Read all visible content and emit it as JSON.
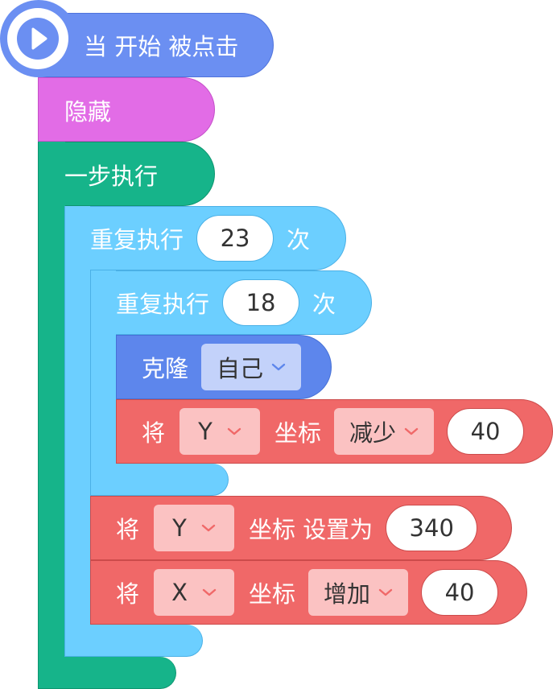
{
  "hat": {
    "label": "当 开始 被点击",
    "icon": "play-icon"
  },
  "hide": {
    "label": "隐藏"
  },
  "step": {
    "label": "一步执行"
  },
  "repeat_outer": {
    "label": "重复执行",
    "count": "23",
    "suffix": "次"
  },
  "repeat_inner": {
    "label": "重复执行",
    "count": "18",
    "suffix": "次"
  },
  "clone": {
    "label": "克隆",
    "target": "自己"
  },
  "change_y": {
    "prefix": "将",
    "axis": "Y",
    "mid": "坐标",
    "op": "减少",
    "value": "40"
  },
  "set_y": {
    "prefix": "将",
    "axis": "Y",
    "mid": "坐标 设置为",
    "value": "340"
  },
  "change_x": {
    "prefix": "将",
    "axis": "X",
    "mid": "坐标",
    "op": "增加",
    "value": "40"
  },
  "colors": {
    "event": "#6b8ff2",
    "looks": "#e26ce6",
    "control_dark": "#16b48a",
    "control_light": "#6ccfff",
    "action": "#f06868"
  }
}
